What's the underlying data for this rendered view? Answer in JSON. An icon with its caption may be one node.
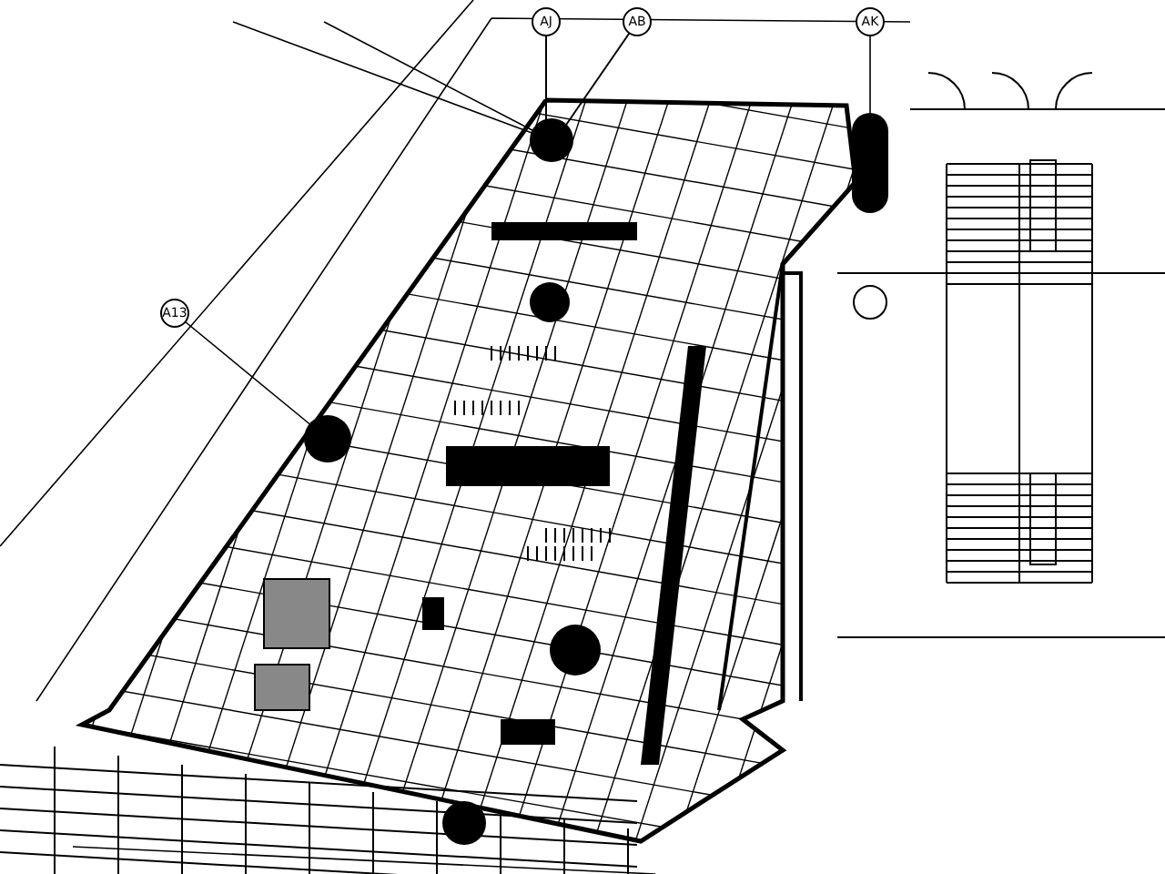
{
  "diagram": {
    "labels": [
      "AJ",
      "AB",
      "AK",
      "A13"
    ]
  }
}
